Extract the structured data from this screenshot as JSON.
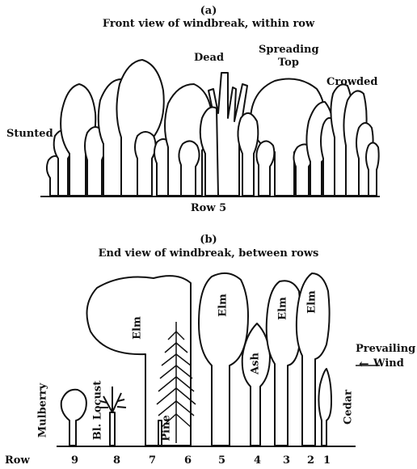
{
  "panel_a": {
    "letter": "(a)",
    "title": "Front view of windbreak, within row",
    "labels": {
      "stunted": "Stunted",
      "dead": "Dead",
      "spreading": "Spreading",
      "top": "Top",
      "crowded": "Crowded"
    },
    "row_caption": "Row 5"
  },
  "panel_b": {
    "letter": "(b)",
    "title": "End view of windbreak, between rows",
    "trees": {
      "mulberry": "Mulberry",
      "locust": "Bl. Locust",
      "elm7": "Elm",
      "pine": "Pine",
      "elm5": "Elm",
      "ash": "Ash",
      "elm3": "Elm",
      "elm2": "Elm",
      "cedar": "Cedar"
    },
    "wind": {
      "line1": "Prevailing",
      "line2": "Wind",
      "arrow": "←"
    },
    "row_axis": {
      "label": "Row",
      "numbers": [
        "9",
        "8",
        "7",
        "6",
        "5",
        "4",
        "3",
        "2",
        "1"
      ]
    }
  }
}
